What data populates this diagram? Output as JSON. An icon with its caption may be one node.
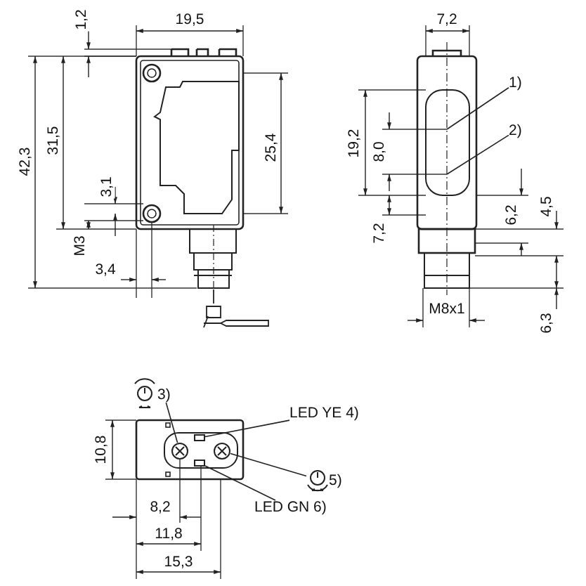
{
  "diagram": {
    "nodes": [
      {
        "text": [
          "1)"
        ]
      },
      {
        "text": [
          "2)"
        ]
      },
      {
        "text": [
          "3)"
        ]
      },
      {
        "text": [],
        "shape": "circle"
      },
      {
        "text": [
          "LED YE 4)"
        ]
      },
      {
        "text": [],
        "shape": "box"
      },
      {
        "text": [
          "5)"
        ]
      },
      {
        "text": [],
        "shape": "circle"
      },
      {
        "text": [
          "LED GN 6)"
        ]
      },
      {
        "text": [],
        "shape": "box"
      }
    ],
    "edges": [
      {
        "from": 0,
        "to": null,
        "arrow": "none"
      },
      {
        "from": 1,
        "to": null,
        "arrow": "none"
      },
      {
        "from": 2,
        "to": 3,
        "arrow": "none"
      },
      {
        "from": 4,
        "to": 5,
        "arrow": "none"
      },
      {
        "from": 6,
        "to": 7,
        "arrow": "none"
      },
      {
        "from": 8,
        "to": 9,
        "arrow": "none"
      }
    ],
    "labels": [
      "1,2",
      "19,5",
      "42,3",
      "31,5",
      "25,4",
      "3,1",
      "M3",
      "3,4",
      "7,2",
      "19,2",
      "8,0",
      "7,2",
      "6,2",
      "4,5",
      "M8x1",
      "6,3",
      "10,8",
      "8,2",
      "11,8",
      "15,3"
    ]
  }
}
